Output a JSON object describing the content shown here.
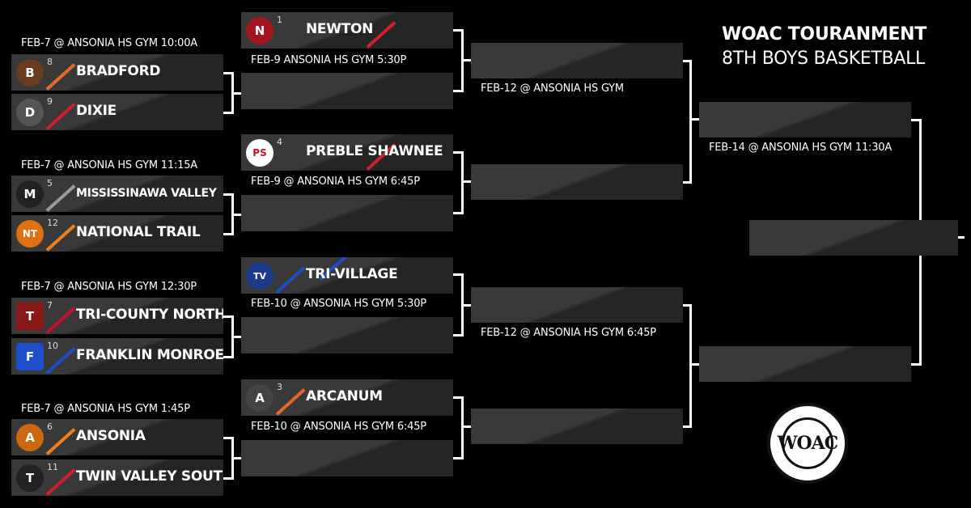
{
  "title": "WOAC TOURANMENT",
  "subtitle": "8TH BOYS BASKETBALL",
  "logo": "WOAC",
  "round1": {
    "games": [
      {
        "info": "FEB-7 @ ANSONIA HS GYM 10:00A",
        "top": {
          "seed": "8",
          "name": "BRADFORD",
          "color": "#e8662a",
          "logo_glyph": "B"
        },
        "bottom": {
          "seed": "9",
          "name": "DIXIE",
          "color": "#d0202e",
          "logo_glyph": "D"
        }
      },
      {
        "info": "FEB-7 @ ANSONIA HS GYM 11:15A",
        "top": {
          "seed": "5",
          "name": "MISSISSINAWA VALLEY",
          "color": "#9a9a9a",
          "logo_glyph": "M"
        },
        "bottom": {
          "seed": "12",
          "name": "NATIONAL TRAIL",
          "color": "#f07f1e",
          "logo_glyph": "NT"
        }
      },
      {
        "info": "FEB-7 @ ANSONIA HS GYM 12:30P",
        "top": {
          "seed": "7",
          "name": "TRI-COUNTY NORTH",
          "color": "#c8102e",
          "logo_glyph": "T"
        },
        "bottom": {
          "seed": "10",
          "name": "FRANKLIN MONROE",
          "color": "#1e4fc9",
          "logo_glyph": "F"
        }
      },
      {
        "info": "FEB-7 @ ANSONIA HS GYM 1:45P",
        "top": {
          "seed": "6",
          "name": "ANSONIA",
          "color": "#f07f1e",
          "logo_glyph": "A"
        },
        "bottom": {
          "seed": "11",
          "name": "TWIN VALLEY SOUTH",
          "color": "#d0202e",
          "logo_glyph": "T"
        }
      }
    ]
  },
  "round2": {
    "games": [
      {
        "info": "FEB-9 ANSONIA HS GYM 5:30P",
        "top": {
          "seed": "1",
          "name": "NEWTON",
          "color": "#d0202e",
          "logo_glyph": "N"
        }
      },
      {
        "info": "FEB-9 @ ANSONIA HS GYM 6:45P",
        "top": {
          "seed": "4",
          "name": "PREBLE SHAWNEE",
          "color": "#d0202e",
          "logo_glyph": "PS"
        }
      },
      {
        "info": "FEB-10 @ ANSONIA HS GYM 5:30P",
        "top": {
          "seed": "",
          "name": "TRI-VILLAGE",
          "color": "#1e4fc9",
          "logo_glyph": "TV"
        }
      },
      {
        "info": "FEB-10 @ ANSONIA HS GYM 6:45P",
        "top": {
          "seed": "3",
          "name": "ARCANUM",
          "color": "#e8662a",
          "logo_glyph": "A"
        }
      }
    ]
  },
  "semis": {
    "games": [
      {
        "info": "FEB-12 @ ANSONIA HS GYM"
      },
      {
        "info": "FEB-12 @ ANSONIA HS GYM 6:45P"
      }
    ]
  },
  "final": {
    "info": "FEB-14 @ ANSONIA HS GYM 11:30A"
  }
}
